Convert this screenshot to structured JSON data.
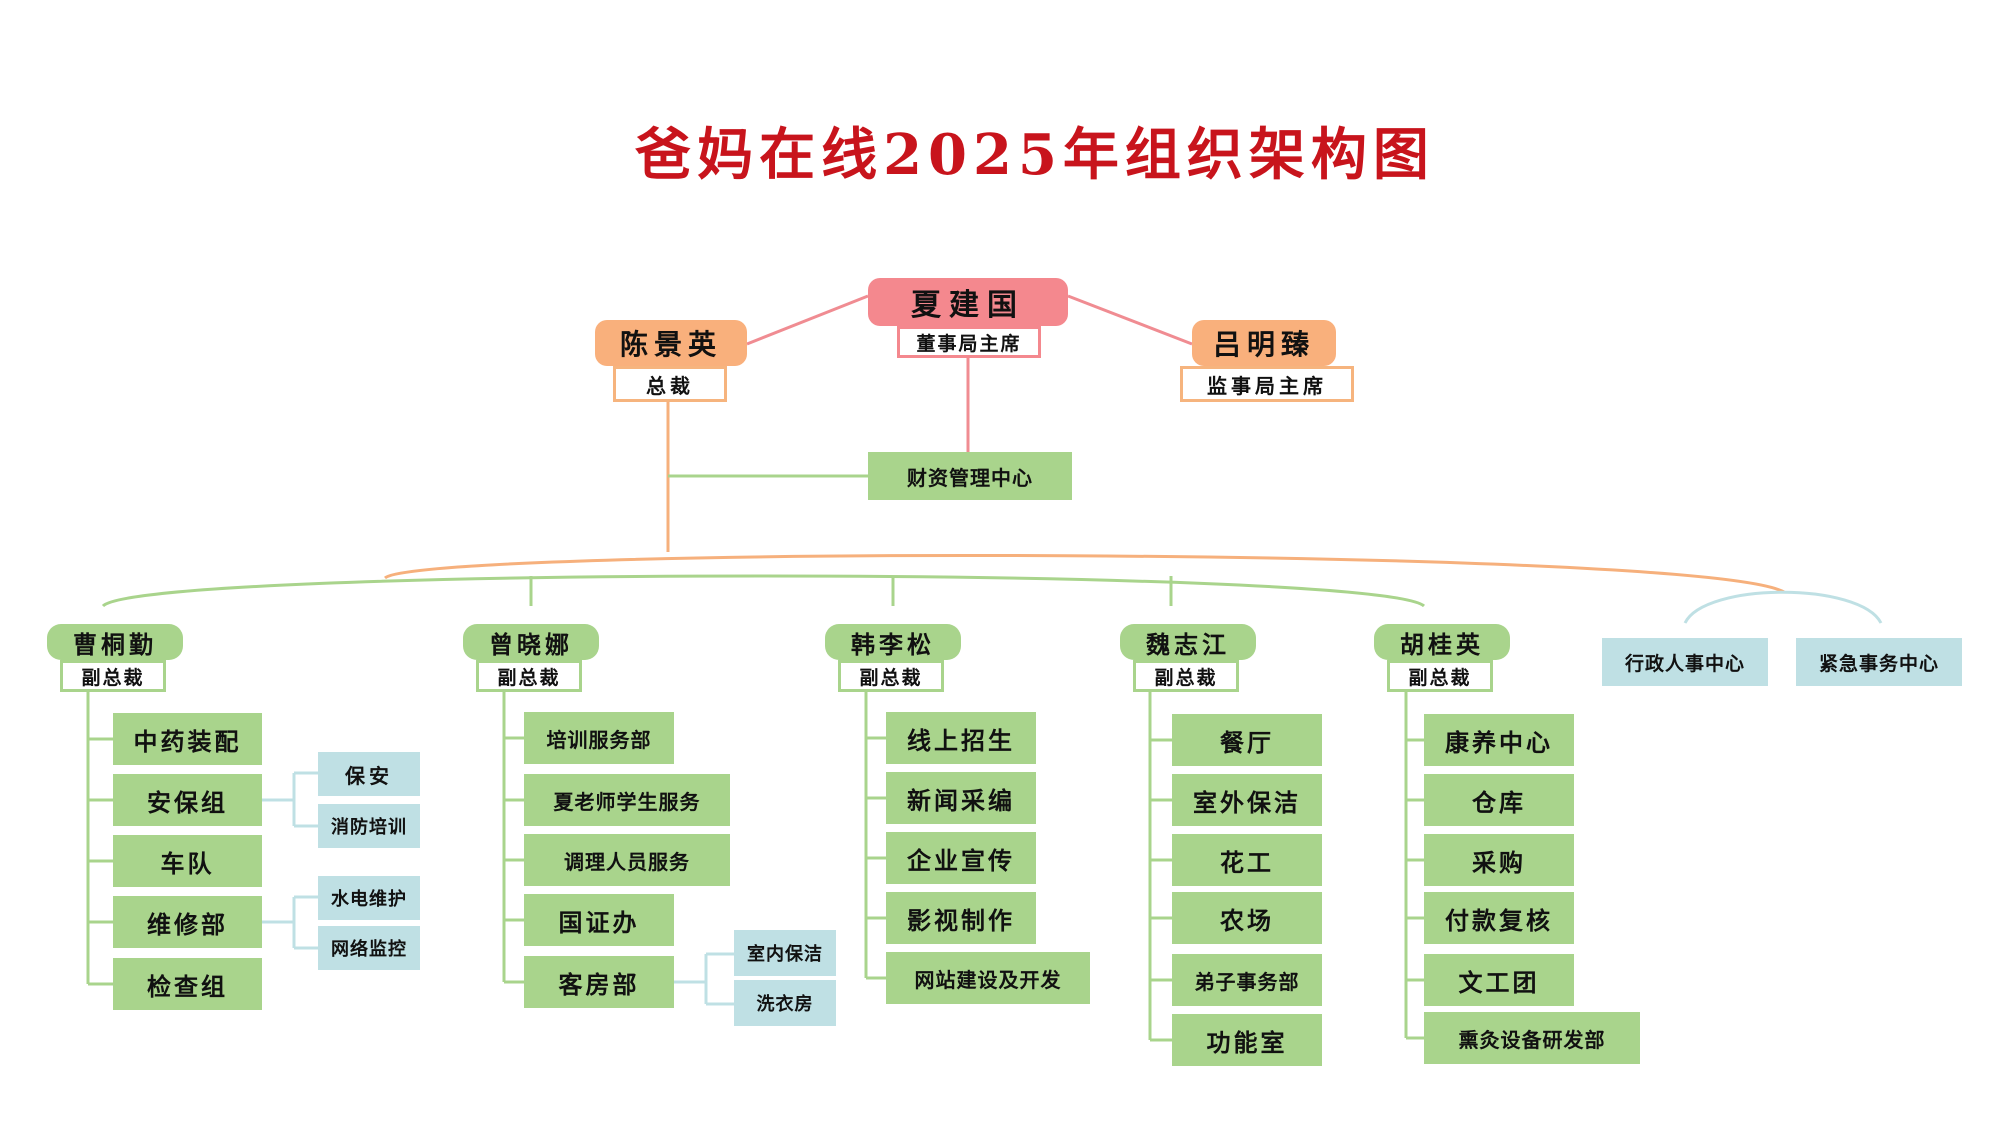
{
  "title": "爸妈在线2025年组织架构图",
  "chairman": {
    "name": "夏建国",
    "role": "董事局主席"
  },
  "president": {
    "name": "陈景英",
    "role": "总裁"
  },
  "supervisor": {
    "name": "吕明臻",
    "role": "监事局主席"
  },
  "finance_center": "财资管理中心",
  "centers": [
    "行政人事中心",
    "紧急事务中心"
  ],
  "vps": [
    {
      "name": "曹桐勤",
      "role": "副总裁",
      "departments": [
        "中药装配",
        "安保组",
        "车队",
        "维修部",
        "检查组"
      ],
      "sub_units": {
        "security": [
          "保安",
          "消防培训"
        ],
        "maintenance": [
          "水电维护",
          "网络监控"
        ]
      }
    },
    {
      "name": "曾晓娜",
      "role": "副总裁",
      "departments": [
        "培训服务部",
        "夏老师学生服务",
        "调理人员服务",
        "国证办",
        "客房部"
      ],
      "sub_units": {
        "housekeeping": [
          "室内保洁",
          "洗衣房"
        ]
      }
    },
    {
      "name": "韩李松",
      "role": "副总裁",
      "departments": [
        "线上招生",
        "新闻采编",
        "企业宣传",
        "影视制作",
        "网站建设及开发"
      ]
    },
    {
      "name": "魏志江",
      "role": "副总裁",
      "departments": [
        "餐厅",
        "室外保洁",
        "花工",
        "农场",
        "弟子事务部",
        "功能室"
      ]
    },
    {
      "name": "胡桂英",
      "role": "副总裁",
      "departments": [
        "康养中心",
        "仓库",
        "采购",
        "付款复核",
        "文工团",
        "熏灸设备研发部"
      ]
    }
  ],
  "colors": {
    "title": "#c8141c",
    "chairman": "#f4888e",
    "executive": "#f9b07c",
    "department": "#a9d48c",
    "sub_unit": "#bfe0e4",
    "line_pink": "#f08c92",
    "line_orange": "#f6b07c",
    "line_green": "#a9d48c",
    "line_blue": "#bfe0e4"
  }
}
